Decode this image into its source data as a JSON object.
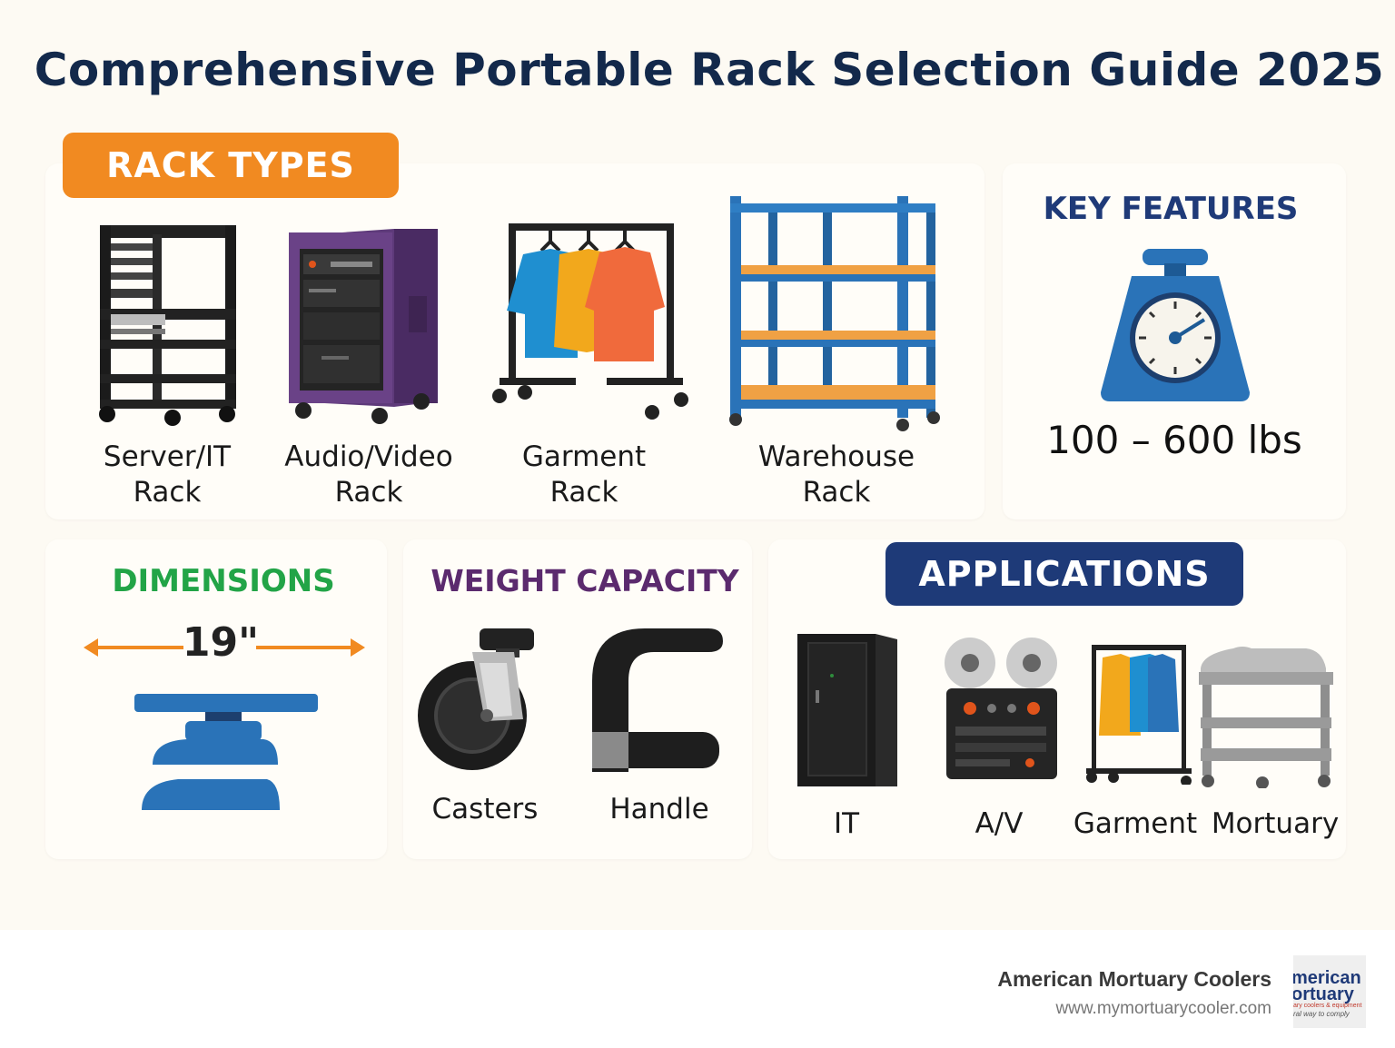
{
  "title": "Comprehensive Portable Rack Selection Guide 2025",
  "rack_types": {
    "heading": "RACK TYPES",
    "items": [
      {
        "label_line1": "Server/IT",
        "label_line2": "Rack"
      },
      {
        "label_line1": "Audio/Video",
        "label_line2": "Rack"
      },
      {
        "label_line1": "Garment",
        "label_line2": "Rack"
      },
      {
        "label_line1": "Warehouse",
        "label_line2": "Rack"
      }
    ]
  },
  "key_features": {
    "heading": "KEY FEATURES",
    "capacity": "100 – 600 lbs"
  },
  "dimensions": {
    "heading": "DIMENSIONS",
    "width": "19\""
  },
  "weight_capacity": {
    "heading": "WEIGHT CAPACITY",
    "items": [
      "Casters",
      "Handle"
    ]
  },
  "applications": {
    "heading": "APPLICATIONS",
    "items": [
      "IT",
      "A/V",
      "Garment",
      "Mortuary"
    ]
  },
  "footer": {
    "company": "American Mortuary Coolers",
    "url": "www.mymortuarycooler.com",
    "logo_line1": "merican",
    "logo_line2": "ortuary",
    "logo_line3": "ary coolers & equipment",
    "logo_line4": "ral way to comply"
  },
  "colors": {
    "title": "#13294b",
    "rack_types_pill": "#f18a21",
    "key_features": "#1f3a78",
    "dimensions": "#22a447",
    "weight_capacity": "#5b2a6e",
    "applications_pill": "#1e3a78",
    "accent_blue": "#2a73b8"
  }
}
